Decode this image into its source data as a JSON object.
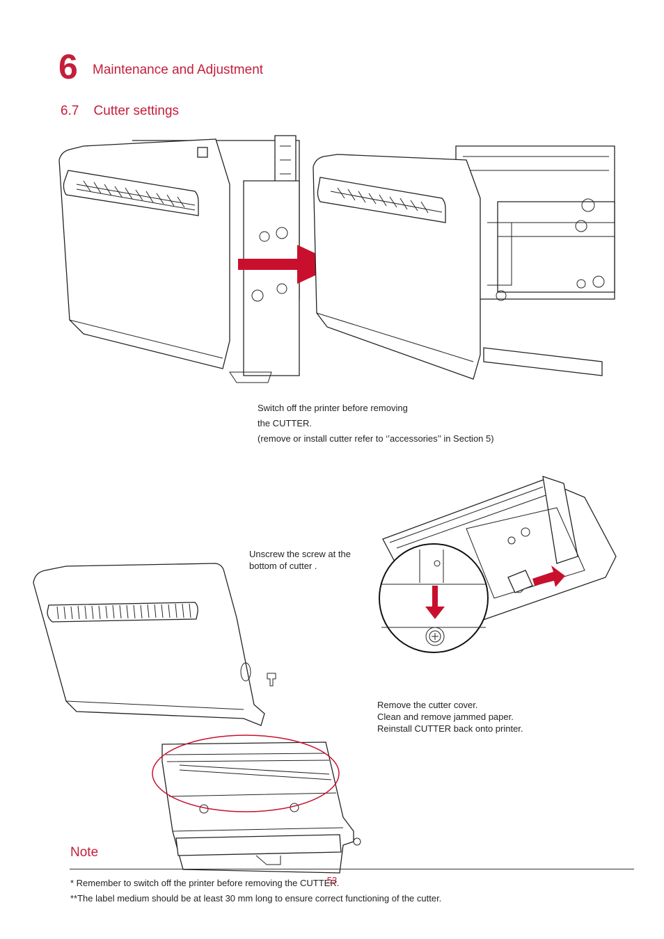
{
  "header": {
    "chapter_number": "6",
    "chapter_title": "Maintenance and Adjustment",
    "section_title": "6.7    Cutter settings"
  },
  "instructions": {
    "step1": [
      "Switch off the printer before removing",
      "the CUTTER.",
      "(remove or install cutter refer to ‘’accessories’’ in Section 5)"
    ],
    "step2": [
      "Unscrew the screw at the",
      "bottom of cutter ."
    ],
    "step3": [
      "Remove the cutter cover.",
      "Clean and remove jammed paper.",
      "Reinstall CUTTER back onto printer."
    ]
  },
  "note": {
    "heading": "Note",
    "lines": [
      "* Remember to switch off the printer before removing the CUTTER.",
      "**The label medium should be at least 30 mm long to ensure correct functioning of the cutter."
    ]
  },
  "footer": {
    "page_number": "53"
  },
  "colors": {
    "accent": "#c41e3a",
    "arrow": "#c8102e",
    "text": "#222222"
  }
}
